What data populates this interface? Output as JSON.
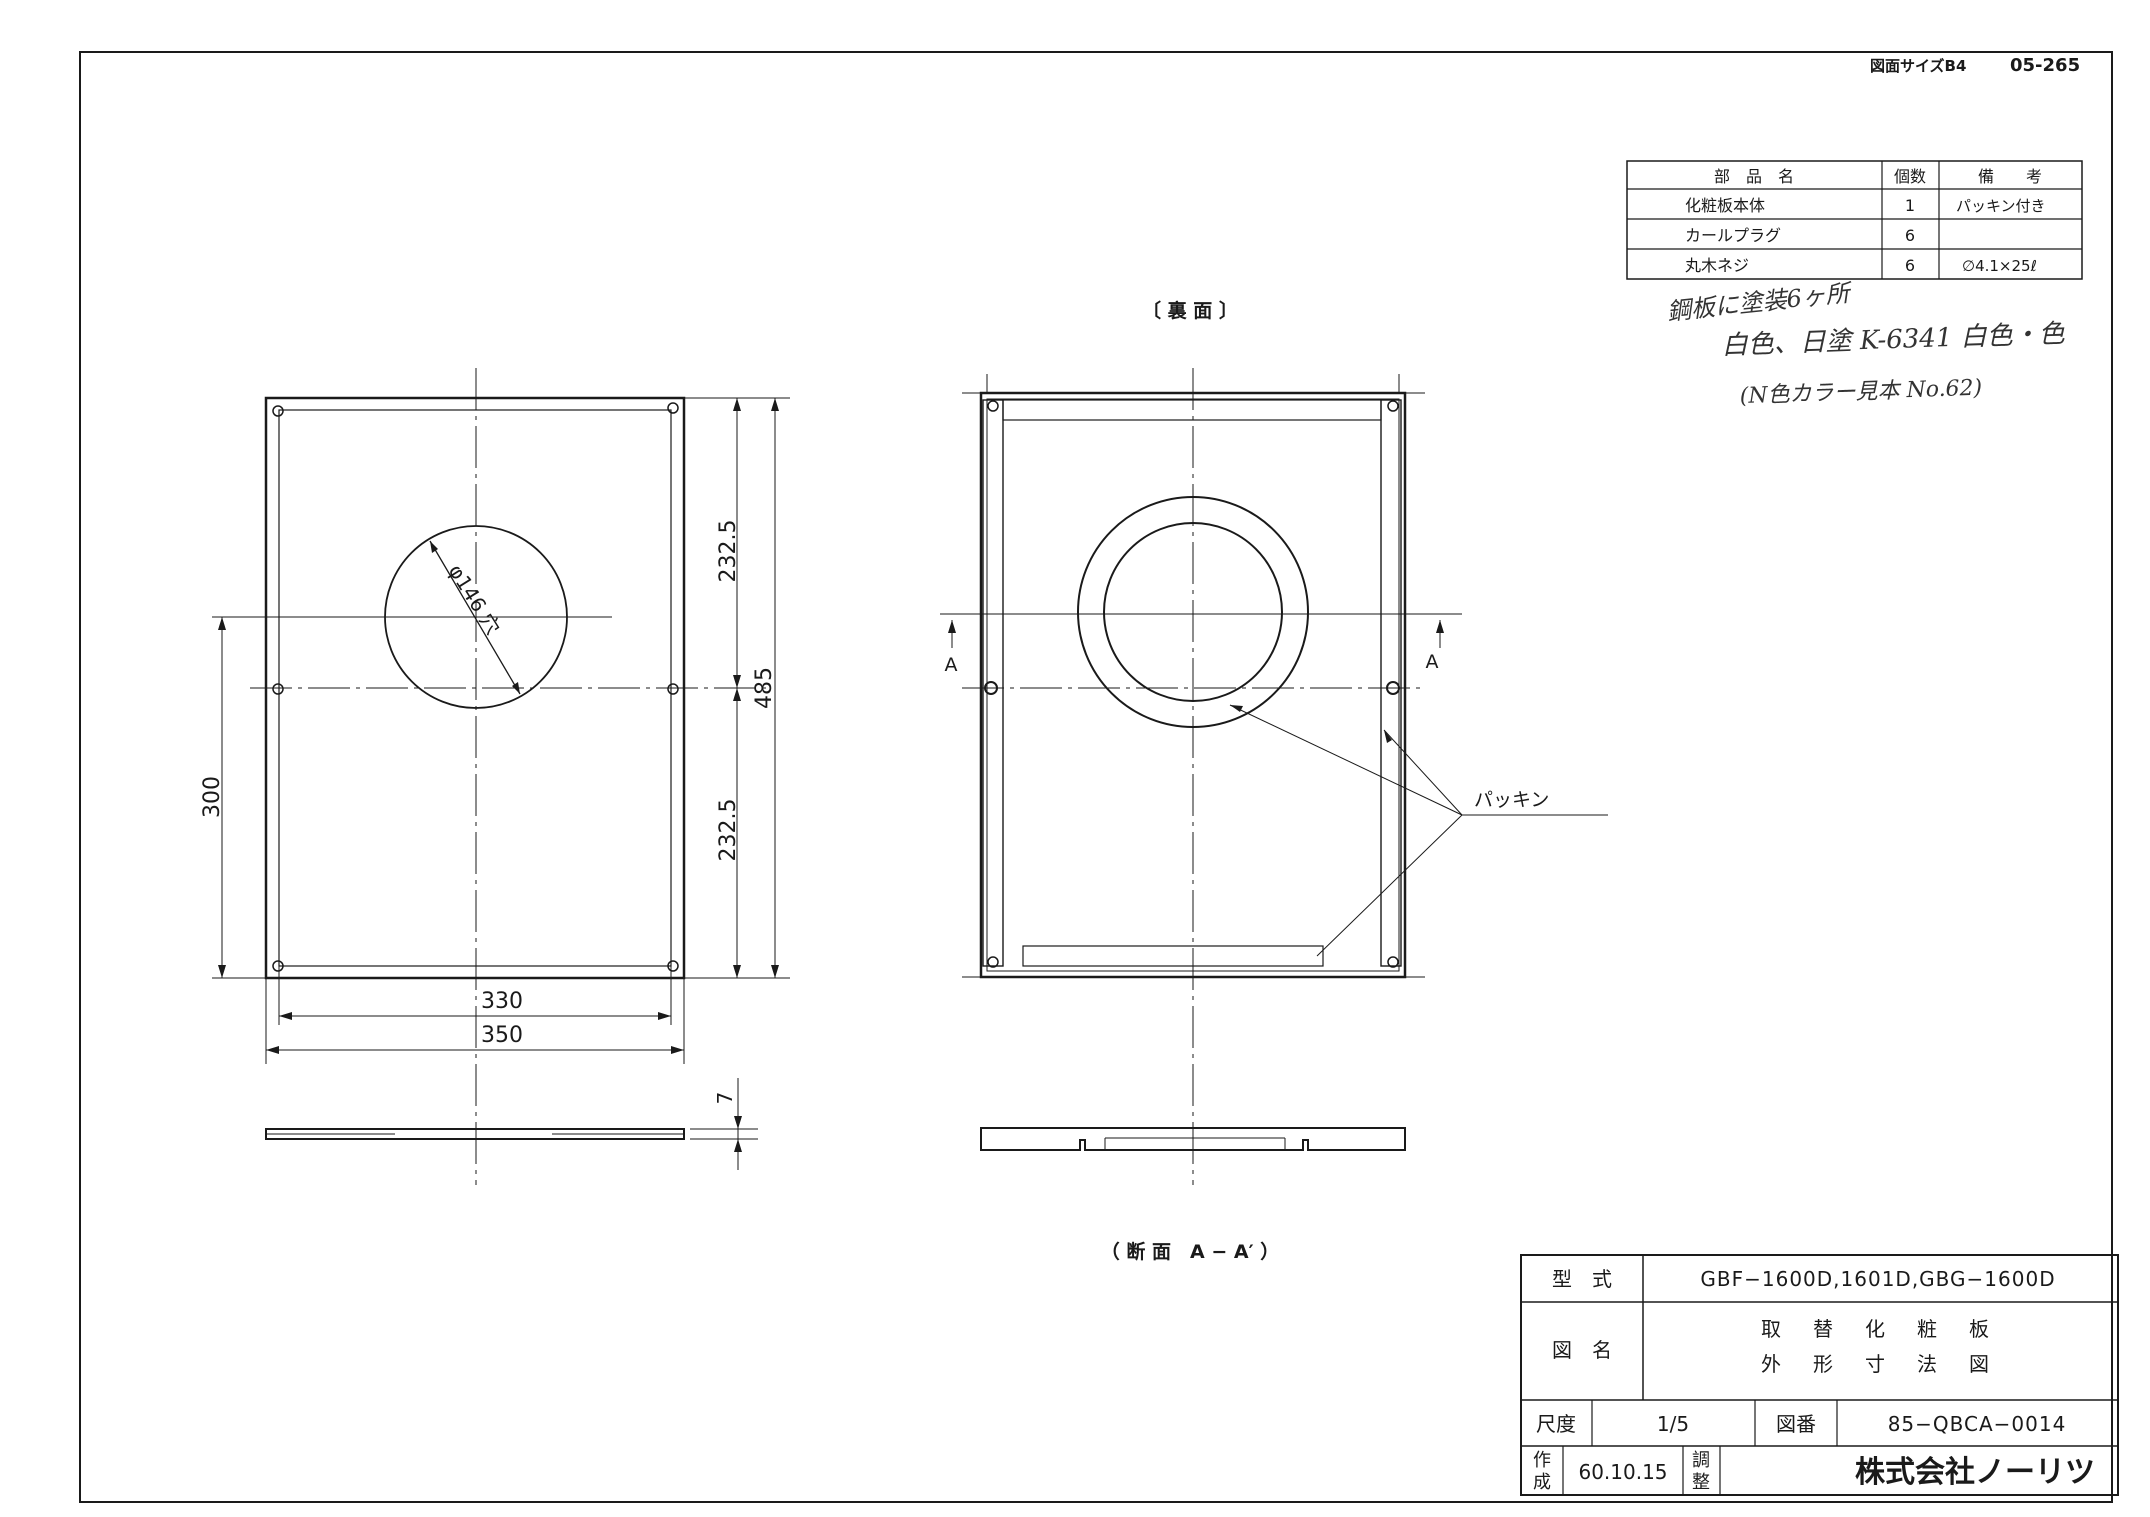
{
  "header": {
    "paper_size": "図面サイズB4",
    "sheet_number": "05-265"
  },
  "parts_table": {
    "headers": [
      "部　品　名",
      "個数",
      "備　　考"
    ],
    "rows": [
      {
        "name": "化粧板本体",
        "qty": "1",
        "note": "パッキン付き"
      },
      {
        "name": "カールプラグ",
        "qty": "6",
        "note": ""
      },
      {
        "name": "丸木ネジ",
        "qty": "6",
        "note": "∅4.1×25ℓ"
      }
    ]
  },
  "handwritten_notes": [
    "鋼板に塗装6ヶ所",
    "白色、日塗 K-6341 白色・色",
    "(N色カラー見本 No.62)"
  ],
  "views": {
    "back_label": "〔 裏 面 〕",
    "section_label": "（ 断 面　A − A′ ）",
    "section_mark_left": "A",
    "section_mark_right": "A",
    "packing_label": "パッキン"
  },
  "dimensions": {
    "hole": "φ146 穴",
    "upper": "232.5",
    "lower": "232.5",
    "total_height": "485",
    "left_height": "300",
    "inner_width": "330",
    "outer_width": "350",
    "thickness": "7"
  },
  "title_block": {
    "model_label": "型　式",
    "model_value": "GBF−1600D,1601D,GBG−1600D",
    "drawing_name_label": "図　名",
    "drawing_name_line1": "取　替　化　粧　板",
    "drawing_name_line2": "外　形　寸　法　図",
    "scale_label": "尺度",
    "scale_value": "1/5",
    "drawing_no_label": "図番",
    "drawing_no_value": "85−QBCA−0014",
    "made_label_1": "作",
    "made_label_2": "成",
    "made_date": "60.10.15",
    "adjust_label_1": "調",
    "adjust_label_2": "整",
    "company": "株式会社ノーリツ"
  }
}
